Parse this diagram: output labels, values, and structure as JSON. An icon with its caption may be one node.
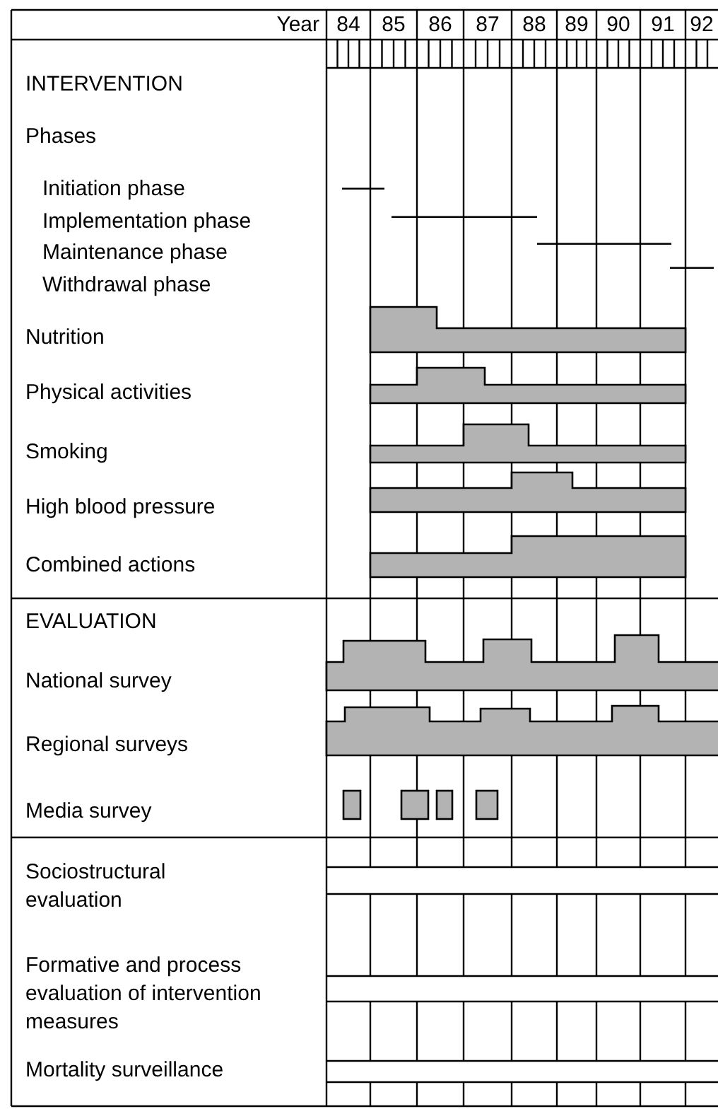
{
  "diagram": {
    "labels": [
      "Year",
      "84",
      "85",
      "86",
      "87",
      "88",
      "89",
      "90",
      "91",
      "92",
      "INTERVENTION",
      "Phases",
      "Initiation phase",
      "Implementation phase",
      "Maintenance phase",
      "Withdrawal phase",
      "Nutrition",
      "Physical activities",
      "Smoking",
      "High blood pressure",
      "Combined actions",
      "EVALUATION",
      "National survey",
      "Regional surveys",
      "Media survey",
      "Sociostructural evaluation",
      "Formative and process evaluation of intervention measures",
      "Mortality surveillance"
    ]
  }
}
